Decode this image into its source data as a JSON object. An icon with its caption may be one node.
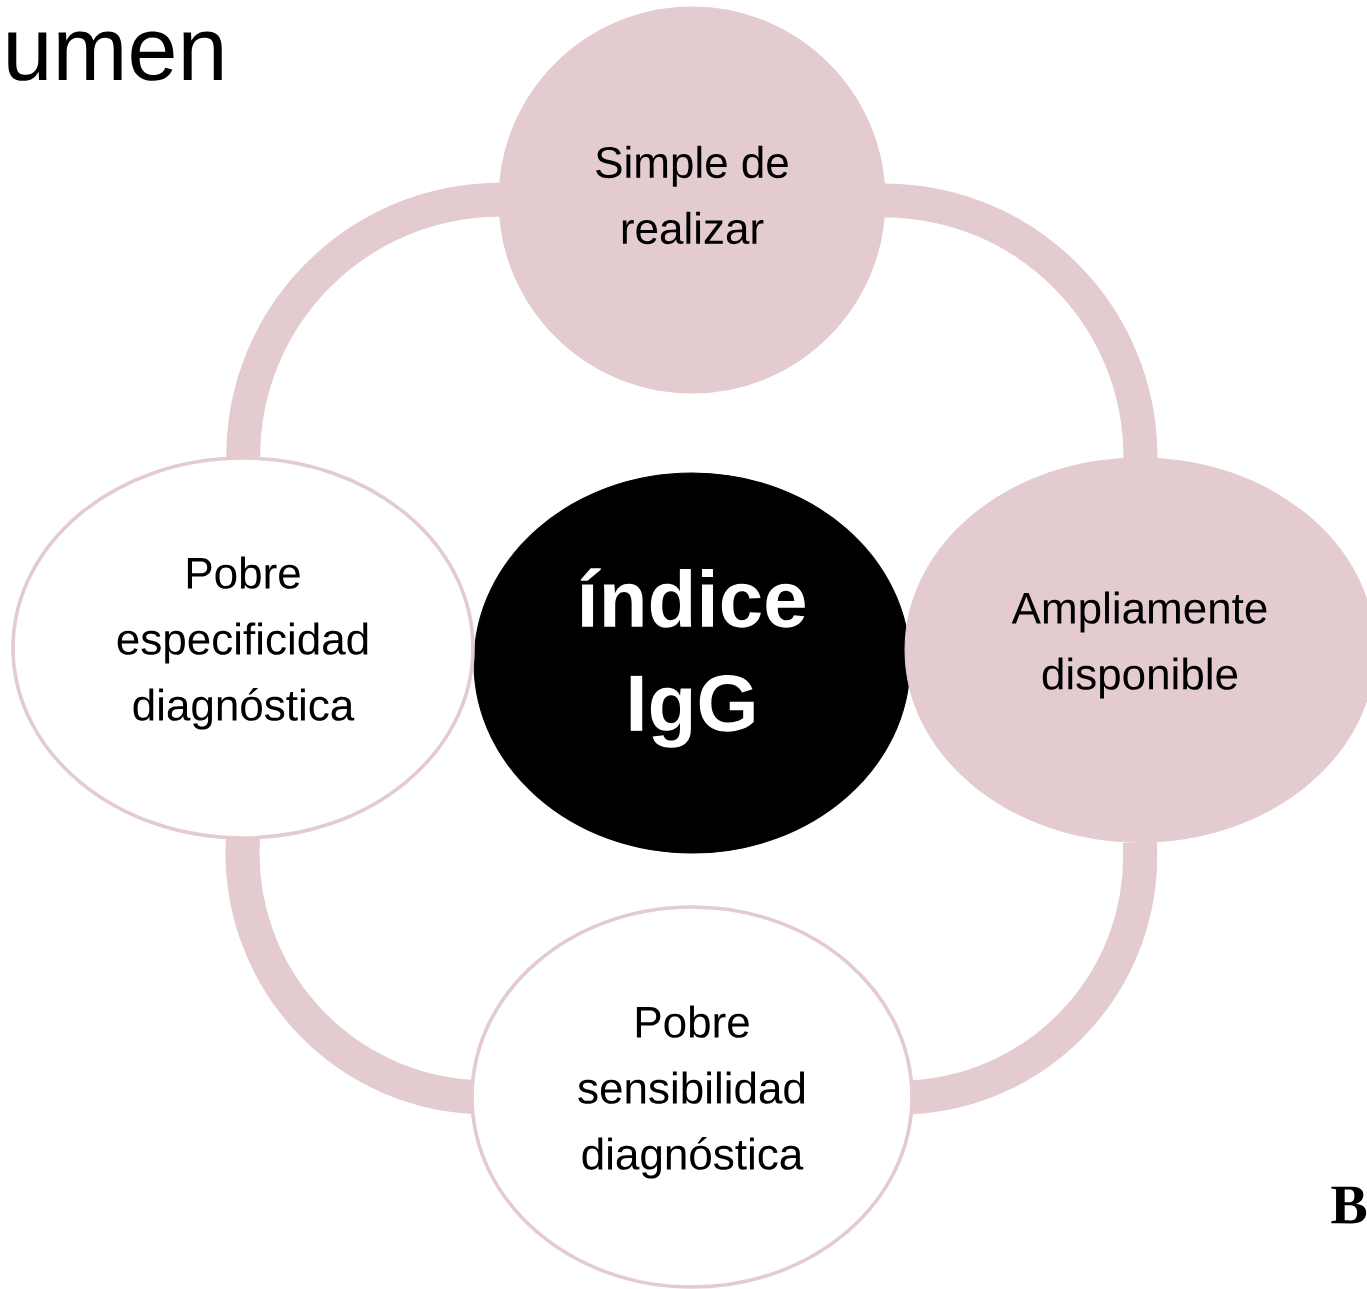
{
  "diagram": {
    "title": "umen",
    "nodes": [
      {
        "text": [
          "índice IgG"
        ]
      },
      {
        "text": [
          "Simple de realizar"
        ]
      },
      {
        "text": [
          "Ampliamente disponible"
        ]
      },
      {
        "text": [
          "Pobre sensibilidad diagnóstica"
        ]
      },
      {
        "text": [
          "Pobre especificidad diagnóstica"
        ]
      }
    ],
    "edges": [
      {
        "from": 1,
        "to": 2,
        "arrow": "none"
      },
      {
        "from": 2,
        "to": 3,
        "arrow": "none"
      },
      {
        "from": 3,
        "to": 4,
        "arrow": "none"
      },
      {
        "from": 4,
        "to": 1,
        "arrow": "none"
      }
    ],
    "labels": [
      "B"
    ]
  }
}
